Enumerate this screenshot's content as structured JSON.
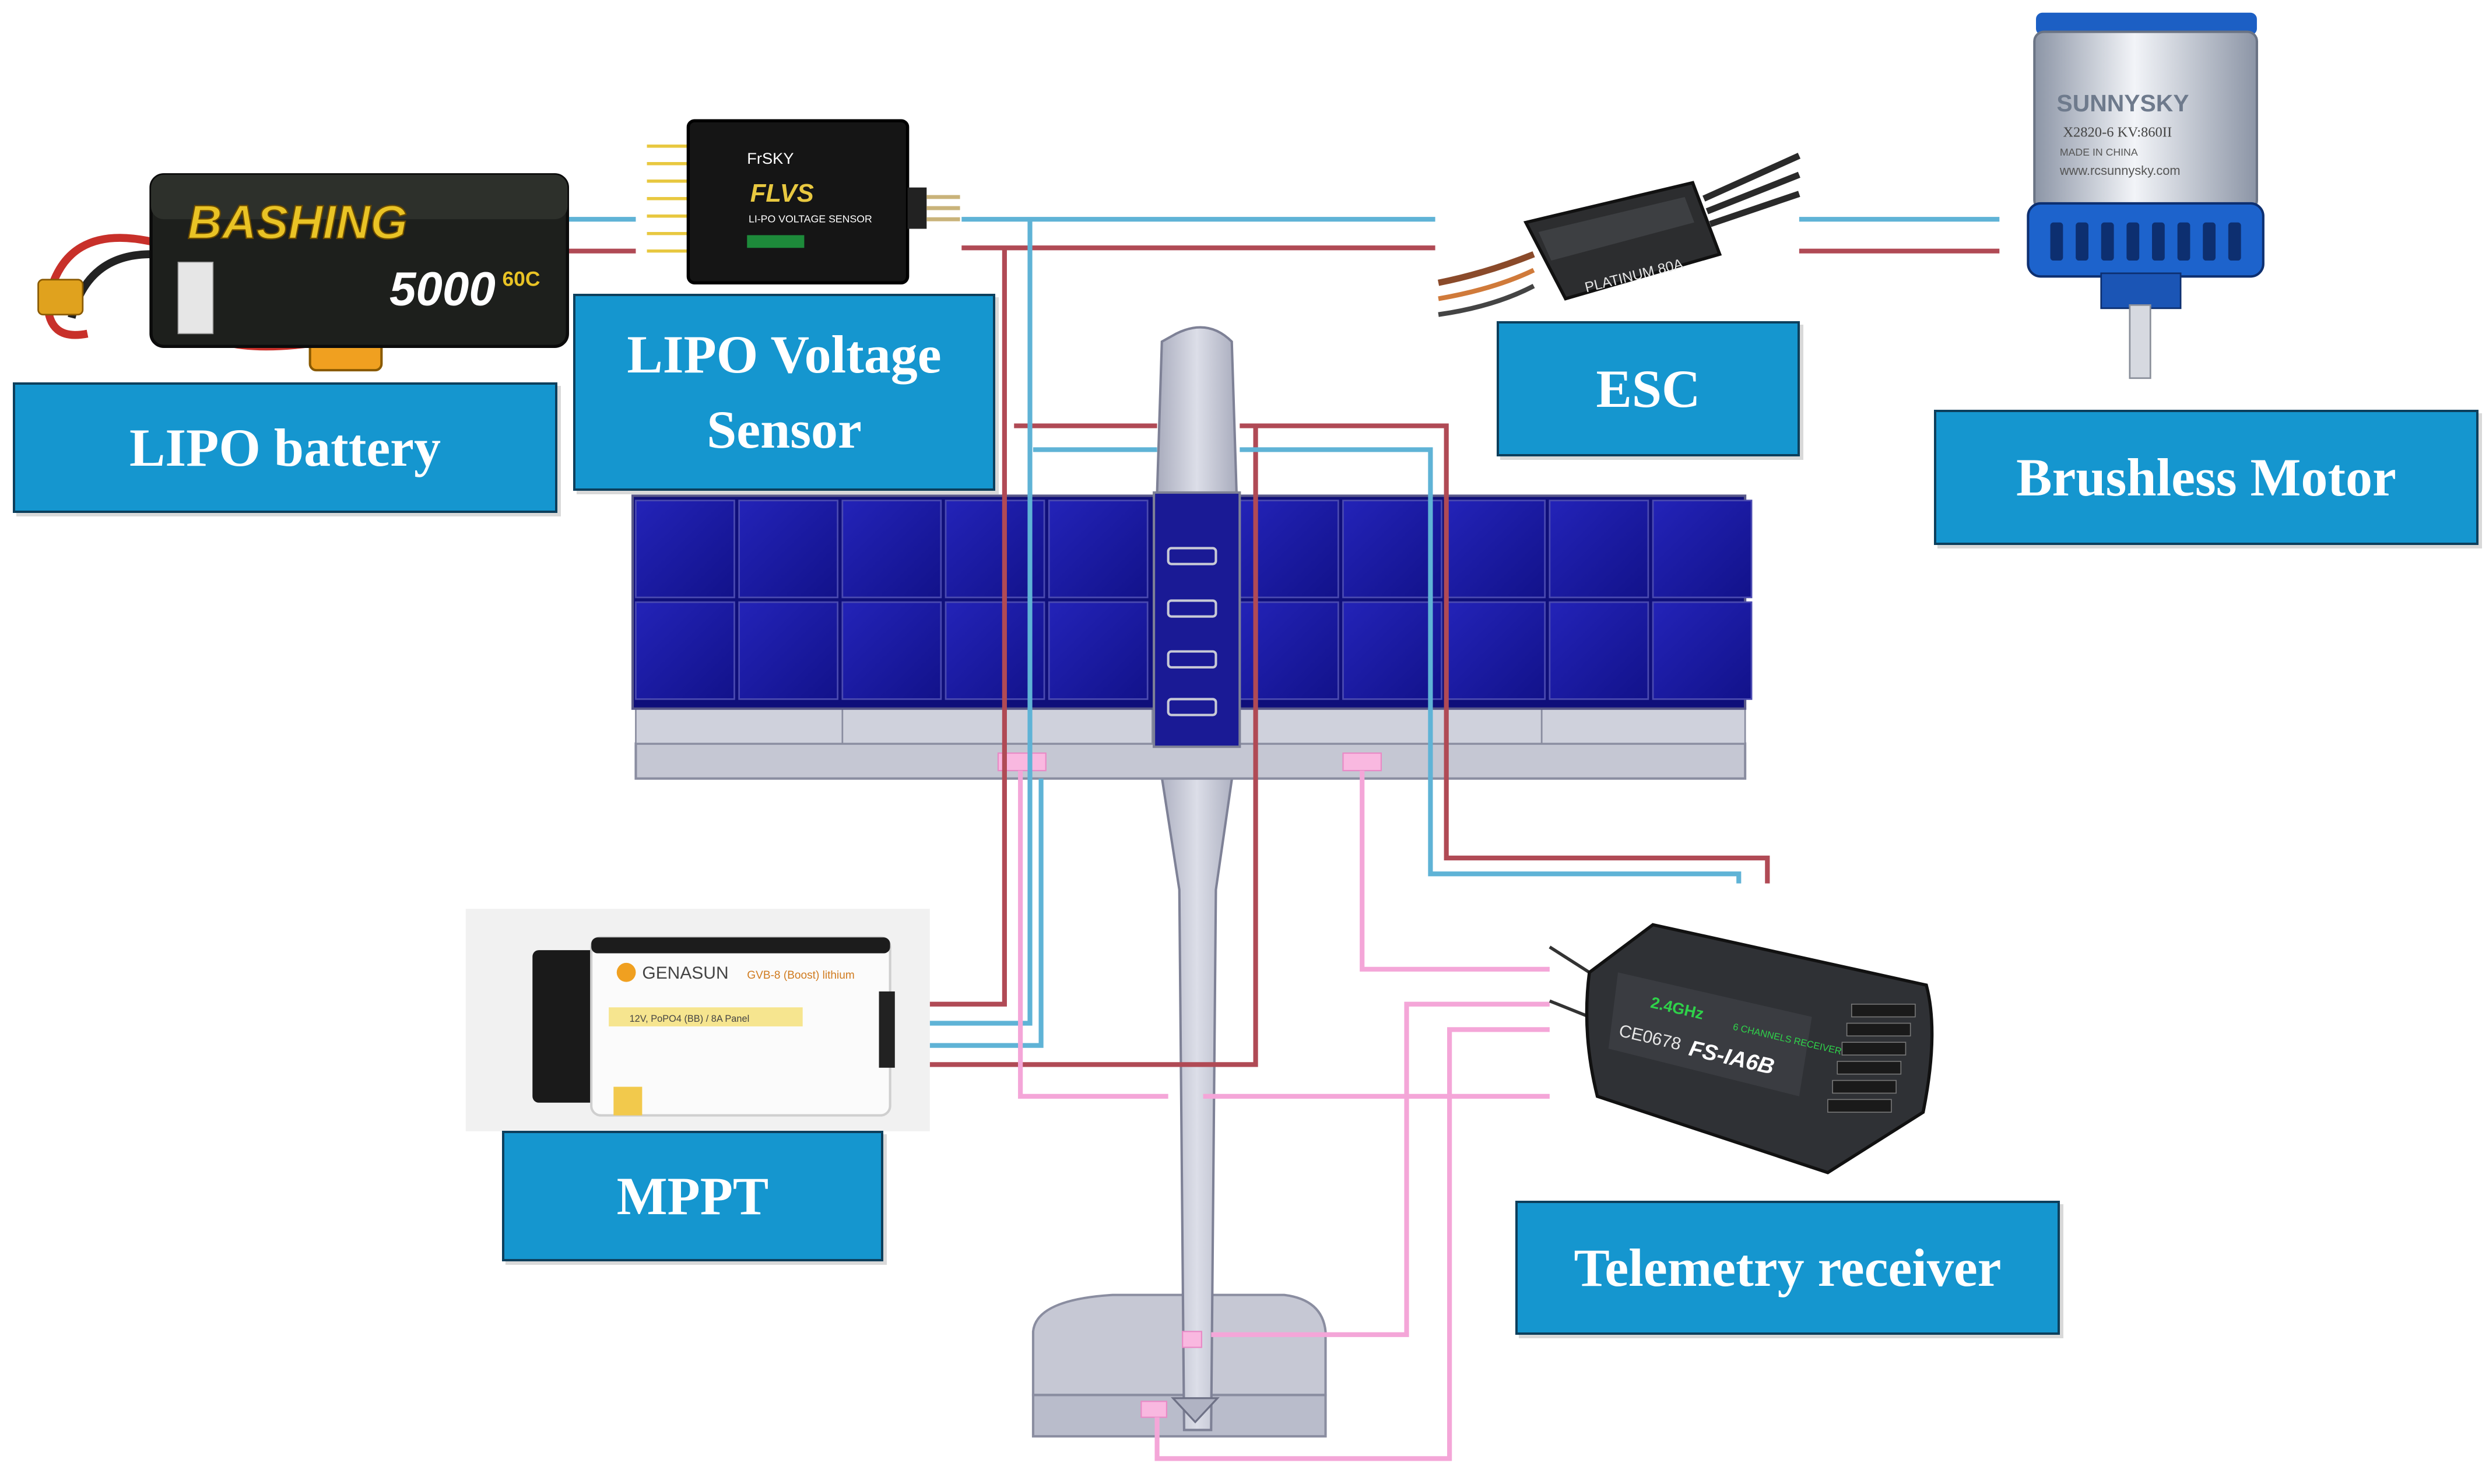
{
  "labels": {
    "lipo_battery": "LIPO battery",
    "voltage_sensor": "LIPO Voltage\nSensor",
    "esc": "ESC",
    "brushless_motor": "Brushless Motor",
    "mppt": "MPPT",
    "telemetry_receiver": "Telemetry receiver"
  },
  "component_text": {
    "battery_brand": "BASHING",
    "battery_capacity": "5000",
    "battery_rating": "60C",
    "sensor_brand": "FrSKY",
    "sensor_model": "FLVS",
    "sensor_caption": "LI-PO VOLTAGE SENSOR",
    "esc_text": "PLATINUM 80A",
    "motor_brand": "SUNNYSKY",
    "motor_model": "X2820-6 KV:860II",
    "motor_made": "MADE IN CHINA",
    "motor_url": "www.rcsunnysky.com",
    "mppt_brand": "GENASUN",
    "mppt_model": "GVB-8 (Boost) lithium",
    "mppt_spec": "12V, PoPO4 (BB) / 8A Panel",
    "receiver_freq": "2.4GHz",
    "receiver_channels": "6 CHANNELS RECEIVER",
    "receiver_cert": "CE0678",
    "receiver_model": "FS-IA6B"
  },
  "colors": {
    "wire_positive": "#b04a55",
    "wire_negative": "#5fb3d6",
    "wire_signal": "#f4a6d8",
    "label_bg": "#1596cf",
    "solar_cell": "#1a1aa6",
    "airframe": "#c4c6d2"
  }
}
